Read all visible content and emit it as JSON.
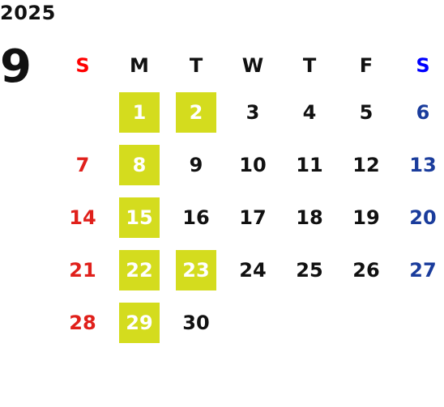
{
  "calendar": {
    "year": "2025",
    "month": "9",
    "weekdays": [
      "S",
      "M",
      "T",
      "W",
      "T",
      "F",
      "S"
    ],
    "first_weekday_index": 1,
    "days_in_month": 30,
    "highlighted_days": [
      1,
      2,
      8,
      15,
      22,
      23,
      29
    ],
    "colors": {
      "sunday": "#e0201b",
      "saturday": "#1a3c9c",
      "sunday_header": "#ff0000",
      "saturday_header": "#0000ff",
      "weekday": "#111111",
      "highlight_bg": "#d4dc1e",
      "highlight_text": "#ffffff"
    }
  }
}
